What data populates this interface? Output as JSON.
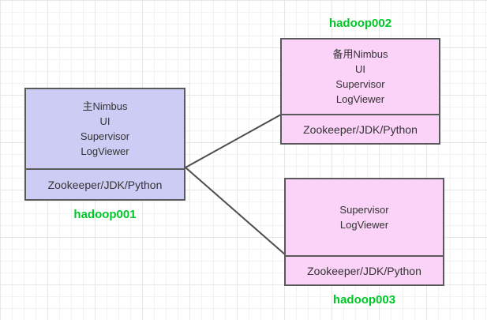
{
  "diagram": {
    "nodes": [
      {
        "host": "hadoop001",
        "services": [
          "主Nimbus",
          "UI",
          "Supervisor",
          "LogViewer"
        ],
        "base": "Zookeeper/JDK/Python",
        "fill": "#cdccf5"
      },
      {
        "host": "hadoop002",
        "services": [
          "备用Nimbus",
          "UI",
          "Supervisor",
          "LogViewer"
        ],
        "base": "Zookeeper/JDK/Python",
        "fill": "#fbd2f8"
      },
      {
        "host": "hadoop003",
        "services": [
          "Supervisor",
          "LogViewer"
        ],
        "base": "Zookeeper/JDK/Python",
        "fill": "#fbd2f8"
      }
    ],
    "edges": [
      {
        "from": "hadoop001",
        "to": "hadoop002"
      },
      {
        "from": "hadoop001",
        "to": "hadoop003"
      }
    ],
    "colors": {
      "host_label": "#00c828",
      "node_border": "#5a5a5a",
      "edge_line": "#4d4d4d",
      "node_text": "#333333"
    }
  }
}
